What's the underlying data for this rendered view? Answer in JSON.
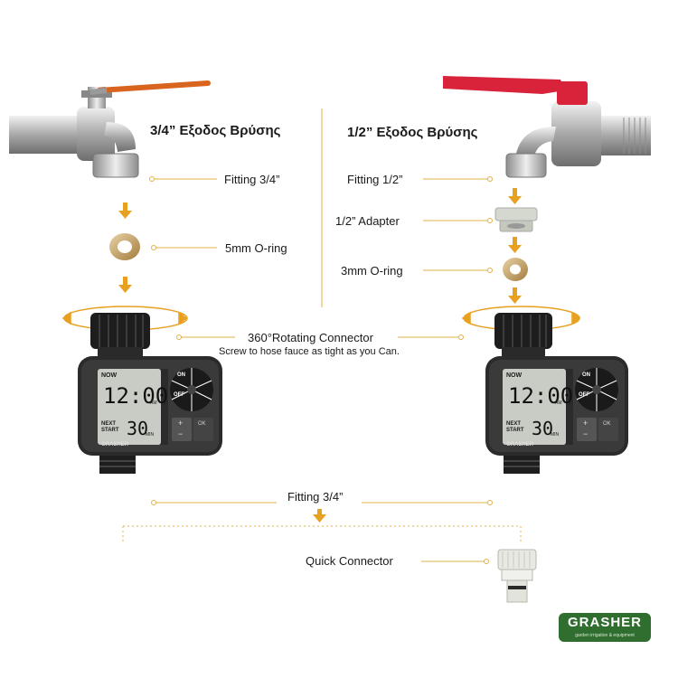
{
  "left": {
    "heading": "3/4” Εξοδος Βρύσης",
    "fitting": "Fitting 3/4”",
    "oring": "5mm O-ring"
  },
  "right": {
    "heading": "1/2” Εξοδος Βρύσης",
    "fitting": "Fitting 1/2”",
    "adapter": "1/2” Adapter",
    "oring": "3mm O-ring"
  },
  "center": {
    "rotating_title": "360°Rotating Connector",
    "rotating_note": "Screw to hose fauce as tight as you Can.",
    "fitting_bottom": "Fitting 3/4”",
    "quick_connector": "Quick Connector"
  },
  "timer": {
    "now_label": "NOW",
    "time": "12:00",
    "am": "AM",
    "next_start": "NEXT\nSTART",
    "minutes": "30",
    "min_unit": "MIN",
    "brand": "GRASHER",
    "dial_on": "ON",
    "dial_off": "OFF",
    "plus": "+",
    "minus": "−",
    "ok": "OK"
  },
  "logo": {
    "name": "GRASHER",
    "tagline": "garden irrigation & equipment"
  },
  "colors": {
    "accent_orange": "#e8a020",
    "dot_line": "#e2b24a",
    "left_handle": "#d9641d",
    "right_handle": "#d8233b",
    "timer_body": "#2b2b2b",
    "lcd": "#c9ccc4",
    "logo_green": "#2f6e2f"
  }
}
